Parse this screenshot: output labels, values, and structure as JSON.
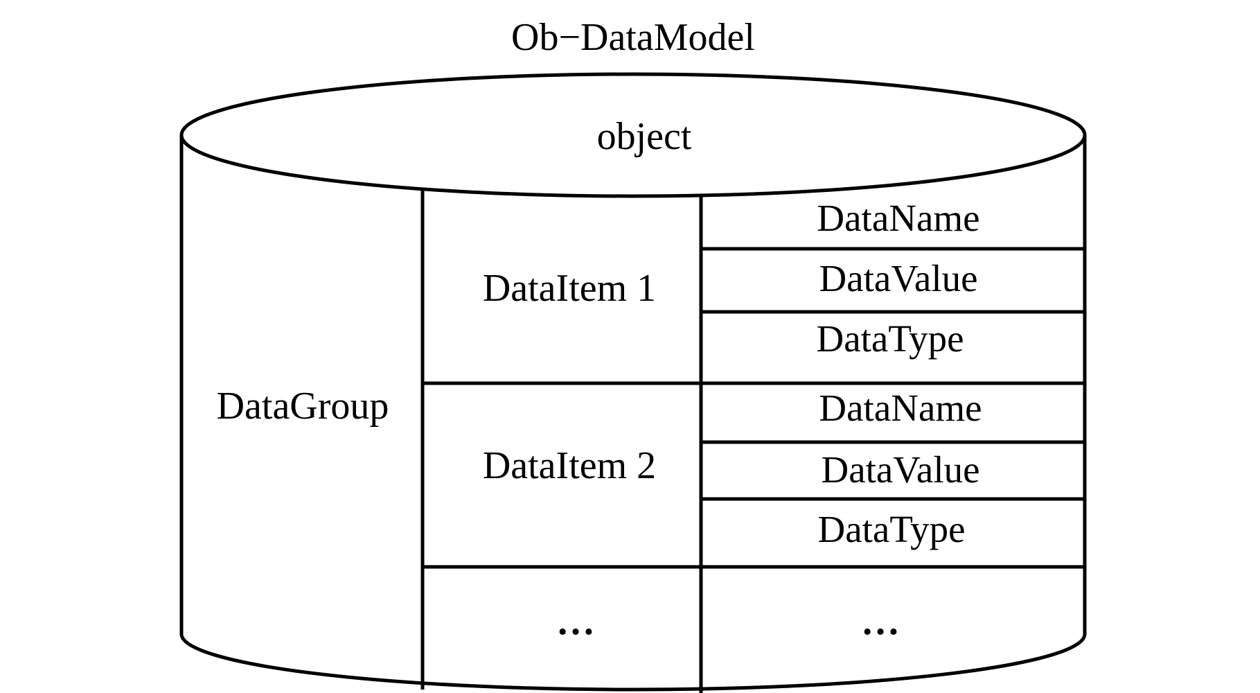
{
  "diagram": {
    "title": "Ob−DataModel",
    "top_label": "object",
    "group_label": "DataGroup",
    "items": [
      {
        "label": "DataItem 1",
        "fields": [
          "DataName",
          "DataValue",
          "DataType"
        ]
      },
      {
        "label": "DataItem 2",
        "fields": [
          "DataName",
          "DataValue",
          "DataType"
        ]
      }
    ],
    "more": {
      "item": "…",
      "fields": "…"
    }
  }
}
